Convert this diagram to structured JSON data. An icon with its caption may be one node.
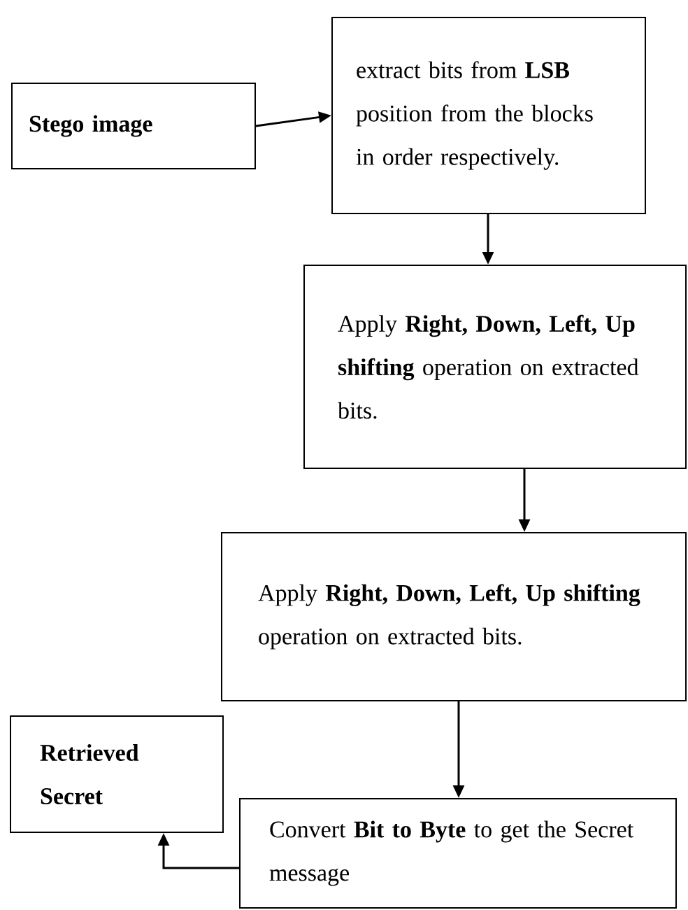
{
  "diagram": {
    "nodes": [
      {
        "text": [
          "Stego image"
        ]
      },
      {
        "text": [
          "extract bits from **LSB** position from the blocks in order respectively."
        ]
      },
      {
        "text": [
          "Apply **Right, Down, Left, Up shifting** operation on extracted bits."
        ]
      },
      {
        "text": [
          "Apply **Right, Down, Left, Up shifting** operation on extracted bits."
        ]
      },
      {
        "text": [
          "Retrieved Secret"
        ]
      },
      {
        "text": [
          "Convert **Bit to Byte** to get the Secret message"
        ]
      }
    ],
    "edges": [
      {
        "from": 0,
        "to": 1,
        "arrow": "to"
      },
      {
        "from": 1,
        "to": 2,
        "arrow": "to"
      },
      {
        "from": 2,
        "to": 3,
        "arrow": "to"
      },
      {
        "from": 3,
        "to": 5,
        "arrow": "to"
      },
      {
        "from": 5,
        "to": 4,
        "arrow": "to"
      }
    ]
  }
}
